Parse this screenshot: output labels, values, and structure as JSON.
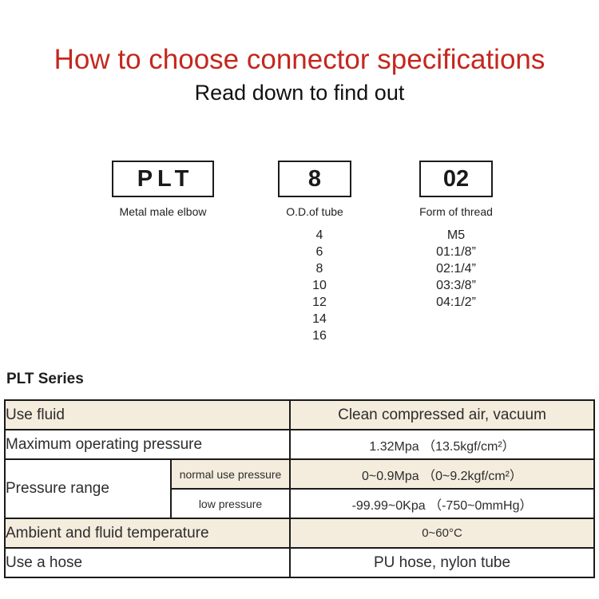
{
  "page": {
    "title": "How to choose connector specifications",
    "subtitle": "Read down to find out"
  },
  "code_builder": {
    "segments": [
      {
        "code": "PLT",
        "label": "Metal male elbow"
      },
      {
        "code": "8",
        "label": "O.D.of tube",
        "options": [
          "4",
          "6",
          "8",
          "10",
          "12",
          "14",
          "16"
        ]
      },
      {
        "code": "02",
        "label": "Form of thread",
        "options": [
          "M5",
          "01:1/8”",
          "02:1/4”",
          "03:3/8”",
          "04:1/2”"
        ]
      }
    ]
  },
  "series": {
    "heading": "PLT Series",
    "table": {
      "rows": [
        {
          "label": "Use fluid",
          "value": "Clean compressed air, vacuum"
        },
        {
          "label": "Maximum operating pressure",
          "value": "1.32Mpa （13.5kgf/cm²）"
        },
        {
          "label": "Pressure range",
          "sub": [
            {
              "label": "normal use pressure",
              "value": "0~0.9Mpa （0~9.2kgf/cm²）"
            },
            {
              "label": "low pressure",
              "value": "-99.99~0Kpa （-750~0mmHg）"
            }
          ]
        },
        {
          "label": "Ambient and fluid temperature",
          "value": "0~60°C"
        },
        {
          "label": "Use a hose",
          "value": "PU hose, nylon tube"
        }
      ]
    }
  },
  "colors": {
    "accent_red": "#c4271e",
    "row_beige": "#f4ecdd",
    "table_border": "#1a1a1a"
  }
}
